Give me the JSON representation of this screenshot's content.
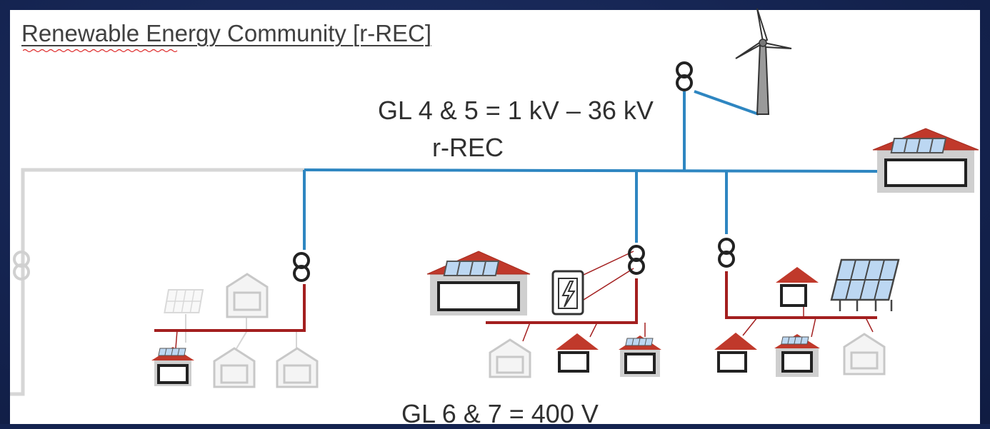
{
  "slide": {
    "title": "Renewable Energy Community [r-REC]",
    "mv_label": "GL 4 & 5 = 1 kV – 36 kV",
    "community_label": "r-REC",
    "lv_label": "GL 6 & 7 = 400 V"
  },
  "colors": {
    "background_frame": "#14234f",
    "medium_voltage_line": "#2e86c1",
    "low_voltage_line": "#a31f1f",
    "inactive_grid": "#d4d4d4",
    "roof": "#c0392b",
    "solar_panel": "#bcd7f2"
  },
  "icons": [
    "transformer-icon",
    "wind-turbine-icon",
    "house-icon",
    "solar-array-icon",
    "charging-station-icon"
  ]
}
